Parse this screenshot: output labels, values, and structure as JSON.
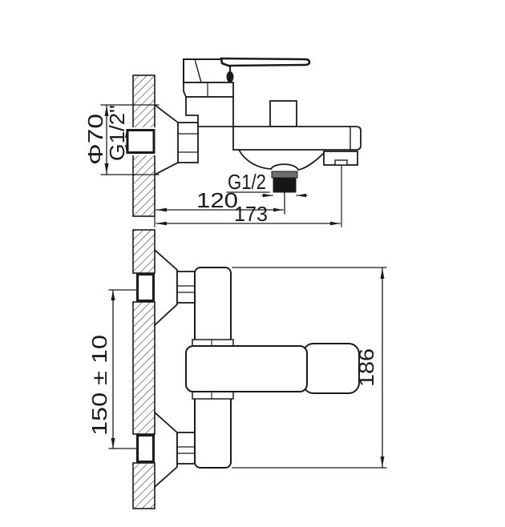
{
  "drawing": {
    "title": "wall-mounted single-lever bath mixer installation drawing",
    "views": {
      "side_view": "faucet side elevation with wall section",
      "front_view": "faucet front elevation with wall section"
    },
    "dimensions": {
      "escutcheon_diameter": "Φ70",
      "inlet_thread": "G1/2\"",
      "shower_outlet_thread": "G1/2",
      "wall_to_shower_outlet": "120",
      "wall_to_spout_end": "173",
      "inlet_centres": "150 ± 10",
      "overall_height": "186"
    },
    "colors": {
      "line": "#1b1b1b",
      "aerator_body": "#161616",
      "aerator_band": "#6e6e6e",
      "background": "#ffffff"
    }
  }
}
